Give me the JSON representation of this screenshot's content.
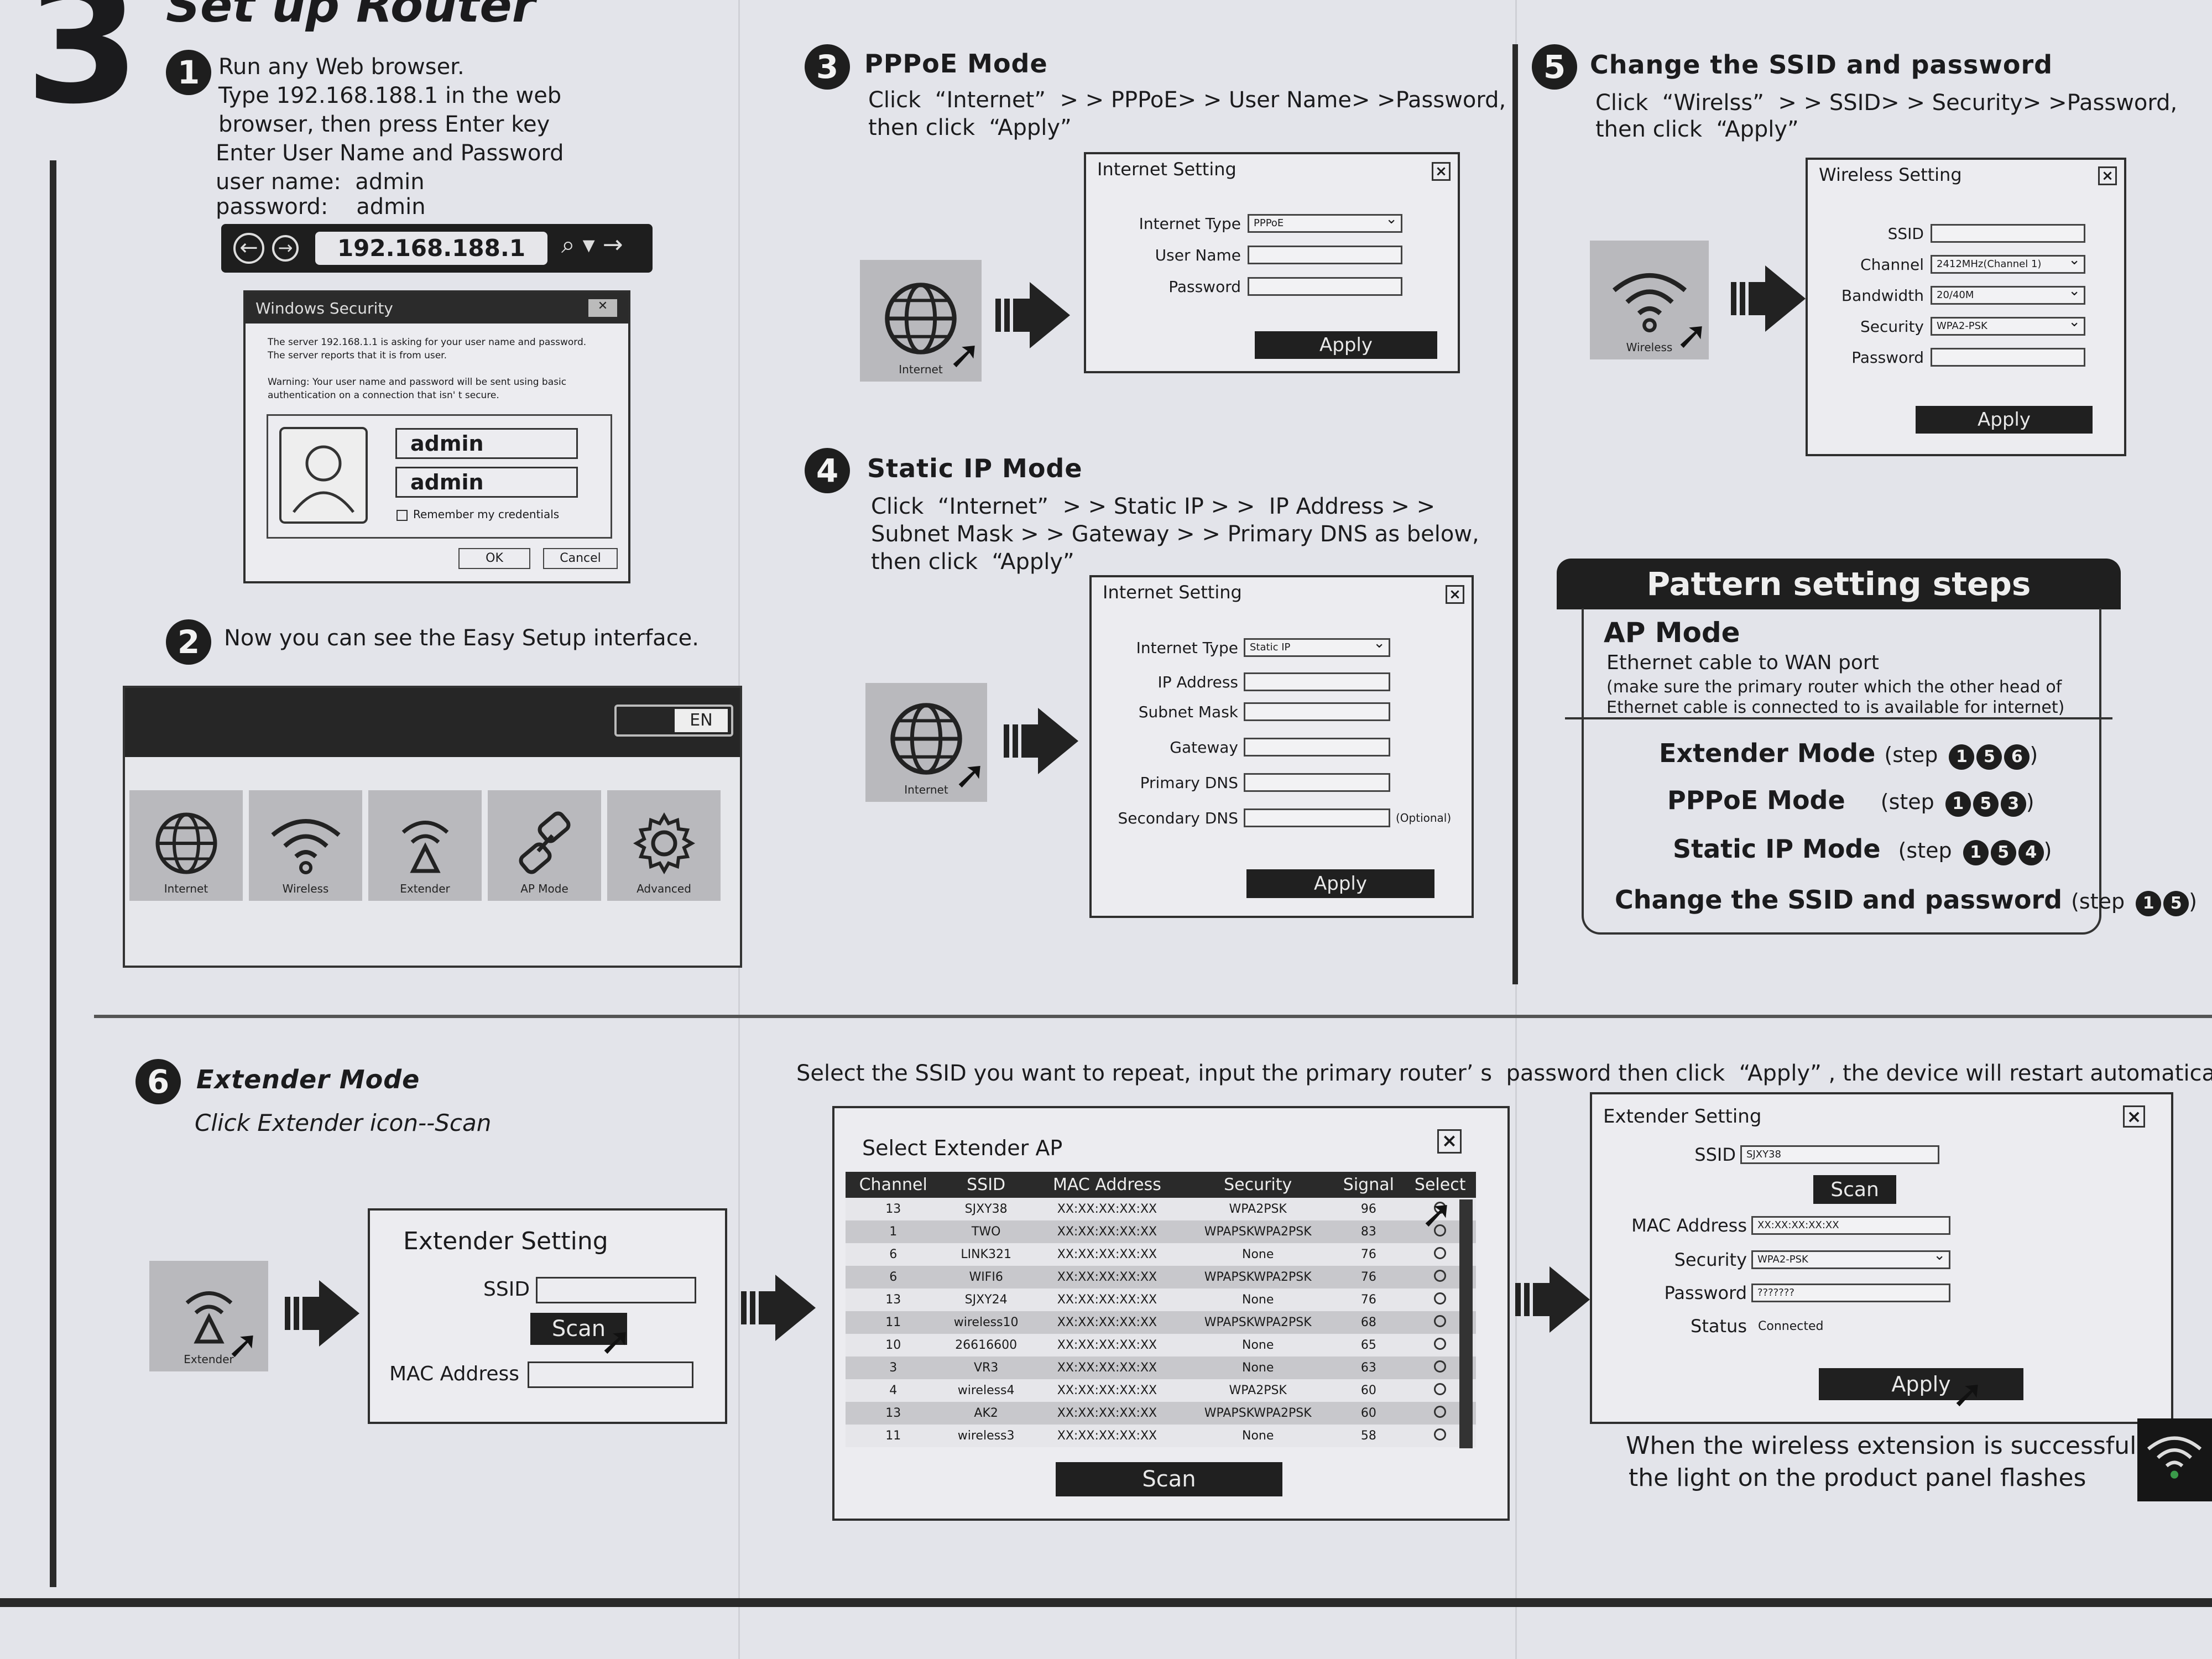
{
  "header": {
    "big_number": "3",
    "title": "Set up Router"
  },
  "step1": {
    "num": "1",
    "lines": [
      "Run any Web browser.",
      "Type 192.168.188.1 in the web",
      "browser, then press Enter key",
      "Enter User Name and Password",
      "user name:  admin",
      "password:    admin"
    ],
    "address_bar": {
      "url": "192.168.188.1",
      "search_glyph": "⌕ ▾ →"
    },
    "dialog": {
      "title": "Windows Security",
      "line1": "The server 192.168.1.1 is asking for your user name and password.",
      "line2": "The server reports that it is from user.",
      "warning1": "Warning: Your user name and password will be sent using basic",
      "warning2": "authentication on a connection that isn' t secure.",
      "username": "admin",
      "password": "admin",
      "remember": "Remember my credentials",
      "ok": "OK",
      "cancel": "Cancel"
    }
  },
  "step2": {
    "num": "2",
    "text": "Now you can see the Easy Setup interface.",
    "lang": "EN",
    "tiles": [
      {
        "label": "Internet",
        "icon": "globe-icon"
      },
      {
        "label": "Wireless",
        "icon": "wifi-icon"
      },
      {
        "label": "Extender",
        "icon": "extender-icon"
      },
      {
        "label": "AP Mode",
        "icon": "link-icon"
      },
      {
        "label": "Advanced",
        "icon": "gear-icon"
      }
    ]
  },
  "step3": {
    "num": "3",
    "title": "PPPoE Mode",
    "line1": "Click  “Internet”  > > PPPoE> > User Name> >Password,",
    "line2": "then click  “Apply”",
    "tile_label": "Internet",
    "panel": {
      "title": "Internet Setting",
      "type_label": "Internet Type",
      "type_value": "PPPoE",
      "user_label": "User Name",
      "pass_label": "Password",
      "apply": "Apply"
    }
  },
  "step4": {
    "num": "4",
    "title": "Static IP Mode",
    "line1": "Click  “Internet”  > > Static IP > >  IP Address > >",
    "line2": "Subnet Mask > > Gateway > > Primary DNS as below,",
    "line3": "then click  “Apply”",
    "tile_label": "Internet",
    "panel": {
      "title": "Internet Setting",
      "type_label": "Internet Type",
      "type_value": "Static IP",
      "ip_label": "IP Address",
      "mask_label": "Subnet Mask",
      "gw_label": "Gateway",
      "dns1_label": "Primary DNS",
      "dns2_label": "Secondary DNS",
      "optional": "(Optional)",
      "apply": "Apply"
    }
  },
  "step5": {
    "num": "5",
    "title": "Change the SSID and password",
    "line1": "Click  “Wirelss”  > > SSID> > Security> >Password,",
    "line2": "then click  “Apply”",
    "tile_label": "Wireless",
    "panel": {
      "title": "Wireless Setting",
      "ssid_label": "SSID",
      "channel_label": "Channel",
      "channel_value": "2412MHz(Channel 1)",
      "bw_label": "Bandwidth",
      "bw_value": "20/40M",
      "sec_label": "Security",
      "sec_value": "WPA2-PSK",
      "pass_label": "Password",
      "apply": "Apply"
    }
  },
  "pattern": {
    "title": "Pattern setting steps",
    "ap_title": "AP Mode",
    "ap_line1": "Ethernet cable to WAN port",
    "ap_line2": "(make sure the primary router which the other head of",
    "ap_line3": "Ethernet cable is connected to is available for internet)",
    "modes": [
      {
        "name": "Extender Mode",
        "steps": [
          "1",
          "5",
          "6"
        ]
      },
      {
        "name": "PPPoE Mode",
        "steps": [
          "1",
          "5",
          "3"
        ]
      },
      {
        "name": "Static IP Mode",
        "steps": [
          "1",
          "5",
          "4"
        ]
      },
      {
        "name": "Change the SSID and password",
        "steps": [
          "1",
          "5"
        ]
      }
    ],
    "step_word": "(step",
    "close_paren": ")"
  },
  "step6": {
    "num": "6",
    "title": "Extender  Mode",
    "subtitle": "Click Extender icon--Scan",
    "tile_label": "Extender",
    "instruction": "Select the SSID you want to repeat, input the primary router’ s  password then click  “Apply” , the device will restart automatically.",
    "small_panel": {
      "title": "Extender Setting",
      "ssid_label": "SSID",
      "scan": "Scan",
      "mac_label": "MAC Address"
    },
    "ap_panel": {
      "title": "Select Extender AP",
      "columns": [
        "Channel",
        "SSID",
        "MAC Address",
        "Security",
        "Signal",
        "Select"
      ],
      "rows": [
        [
          "13",
          "SJXY38",
          "XX:XX:XX:XX:XX",
          "WPA2PSK",
          "96"
        ],
        [
          "1",
          "TWO",
          "XX:XX:XX:XX:XX",
          "WPAPSKWPA2PSK",
          "83"
        ],
        [
          "6",
          "LINK321",
          "XX:XX:XX:XX:XX",
          "None",
          "76"
        ],
        [
          "6",
          "WIFI6",
          "XX:XX:XX:XX:XX",
          "WPAPSKWPA2PSK",
          "76"
        ],
        [
          "13",
          "SJXY24",
          "XX:XX:XX:XX:XX",
          "None",
          "76"
        ],
        [
          "11",
          "wireless10",
          "XX:XX:XX:XX:XX",
          "WPAPSKWPA2PSK",
          "68"
        ],
        [
          "10",
          "26616600",
          "XX:XX:XX:XX:XX",
          "None",
          "65"
        ],
        [
          "3",
          "VR3",
          "XX:XX:XX:XX:XX",
          "None",
          "63"
        ],
        [
          "4",
          "wireless4",
          "XX:XX:XX:XX:XX",
          "WPA2PSK",
          "60"
        ],
        [
          "13",
          "AK2",
          "XX:XX:XX:XX:XX",
          "WPAPSKWPA2PSK",
          "60"
        ],
        [
          "11",
          "wireless3",
          "XX:XX:XX:XX:XX",
          "None",
          "58"
        ]
      ],
      "scan": "Scan"
    },
    "final_panel": {
      "title": "Extender Setting",
      "ssid_label": "SSID",
      "ssid_value": "SJXY38",
      "scan": "Scan",
      "mac_label": "MAC Address",
      "mac_value": "XX:XX:XX:XX:XX",
      "sec_label": "Security",
      "sec_value": "WPA2-PSK",
      "pass_label": "Password",
      "pass_value": "???????",
      "status_label": "Status",
      "status_value": "Connected",
      "apply": "Apply"
    },
    "footer_line1": "When the wireless extension is successful,",
    "footer_line2": "the light on the product panel flashes"
  }
}
